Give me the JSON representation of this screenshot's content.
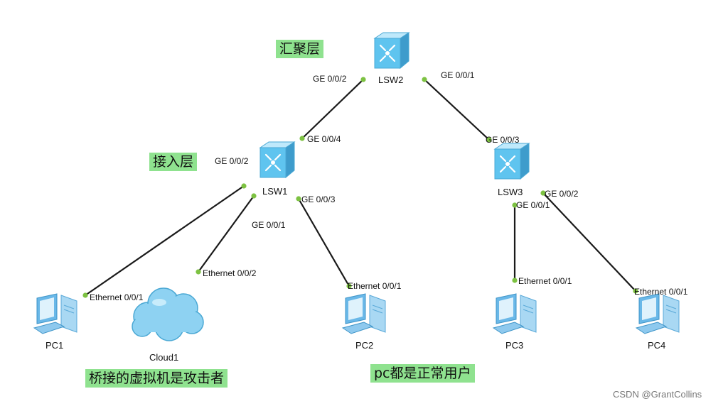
{
  "colors": {
    "link": "#1a1a1a",
    "port_dot": "#7dc242",
    "switch": "#5fc4ef",
    "pc": "#6ab8e8",
    "cloud": "#8ed2f2",
    "note_bg": "#8fe28f"
  },
  "notes": {
    "aggregation": "汇聚层",
    "access": "接入层",
    "attacker": "桥接的虚拟机是攻击者",
    "users": "pc都是正常用户"
  },
  "devices": {
    "lsw2": {
      "name": "LSW2",
      "icon": "switch-icon"
    },
    "lsw1": {
      "name": "LSW1",
      "icon": "switch-icon"
    },
    "lsw3": {
      "name": "LSW3",
      "icon": "switch-icon"
    },
    "pc1": {
      "name": "PC1",
      "icon": "pc-icon"
    },
    "cloud1": {
      "name": "Cloud1",
      "icon": "cloud-icon"
    },
    "pc2": {
      "name": "PC2",
      "icon": "pc-icon"
    },
    "pc3": {
      "name": "PC3",
      "icon": "pc-icon"
    },
    "pc4": {
      "name": "PC4",
      "icon": "pc-icon"
    }
  },
  "ports": {
    "lsw2_to_lsw1": "GE 0/0/2",
    "lsw2_to_lsw3": "GE 0/0/1",
    "lsw1_to_lsw2": "GE 0/0/4",
    "lsw3_to_lsw2": "GE 0/0/3",
    "lsw1_to_pc1": "GE 0/0/2",
    "lsw1_to_cloud1": "GE 0/0/1",
    "lsw1_to_pc2": "GE 0/0/3",
    "lsw3_to_pc3": "GE 0/0/1",
    "lsw3_to_pc4": "GE 0/0/2",
    "pc1_eth": "Ethernet 0/0/1",
    "cloud1_eth": "Ethernet 0/0/2",
    "pc2_eth": "Ethernet 0/0/1",
    "pc3_eth": "Ethernet 0/0/1",
    "pc4_eth": "Ethernet 0/0/1"
  },
  "watermark": "CSDN @GrantCollins"
}
